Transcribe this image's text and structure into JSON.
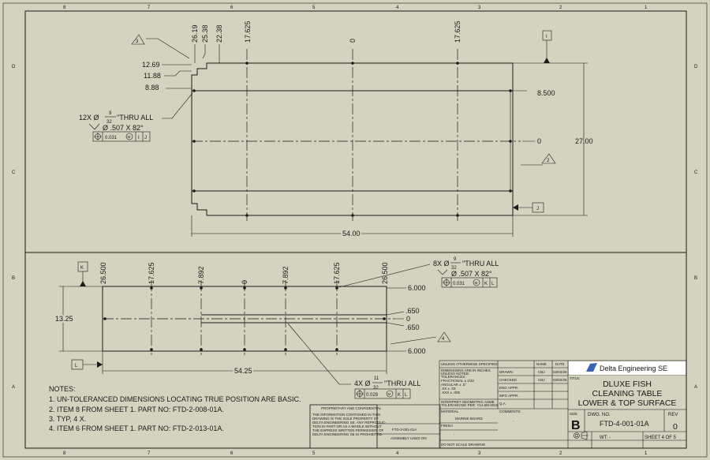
{
  "zones": {
    "cols": [
      "8",
      "7",
      "6",
      "5",
      "4",
      "3",
      "2",
      "1"
    ],
    "rows": [
      "D",
      "C",
      "B",
      "A"
    ]
  },
  "top_view": {
    "vertical_dims": [
      "26.19",
      "25.38",
      "22.38",
      "17.625",
      "0",
      "17.625"
    ],
    "left_dims": [
      "12.69",
      "11.88",
      "8.88"
    ],
    "right_dims": [
      "8.500",
      "0"
    ],
    "overall_height": "27.00",
    "overall_width": "54.00",
    "callout_3": "3",
    "callout_2": "2",
    "datum_i": "I",
    "datum_j": "J",
    "hole_note": {
      "prefix": "12X Ø",
      "num": "9",
      "den": "32",
      "suffix": "\"THRU ALL",
      "csk": "Ø .507 X 82°"
    },
    "fcf": {
      "tol": "0.031",
      "mod": "M",
      "d1": "I",
      "d2": "J"
    }
  },
  "bottom_view": {
    "vertical_dims": [
      "26.500",
      "17.625",
      "7.892",
      "0",
      "7.892",
      "17.625",
      "26.500"
    ],
    "right_dims": [
      "6.000",
      "0",
      ".650",
      ".650",
      "6.000"
    ],
    "height": "13.25",
    "width": "54.25",
    "datum_k": "K",
    "datum_l": "L",
    "callout_4": "4",
    "hole_note_8x": {
      "prefix": "8X Ø",
      "num": "9",
      "den": "32",
      "suffix": "\"THRU ALL",
      "csk": "Ø .507 X 82°"
    },
    "fcf_8x": {
      "tol": "0.031",
      "mod": "M",
      "d1": "K",
      "d2": "L"
    },
    "hole_note_4x": {
      "prefix": "4X Ø",
      "num": "11",
      "den": "32",
      "suffix": "\"THRU ALL"
    },
    "fcf_4x": {
      "tol": "0.029",
      "mod": "M",
      "d1": "K",
      "d2": "L"
    }
  },
  "notes": {
    "title": "NOTES:",
    "items": [
      "1.   UN-TOLERANCED DIMENSIONS LOCATING TRUE POSITION ARE BASIC.",
      "2.   ITEM 8 FROM SHEET 1. PART NO: FTD-2-008-01A.",
      "3.   TYP, 4 X.",
      "4.   ITEM 6 FROM SHEET 1. PART NO:  FTD-2-013-01A."
    ]
  },
  "proprietary": {
    "title": "PROPRIETARY AND CONFIDENTIAL",
    "lines": [
      "THE INFORMATION CONTAINED IN THIS",
      "DRAWING IS THE SOLE PROPERTY OF",
      "DELTA ENGINEERING SE. ANY REPRODUC-",
      "TION IN PART OR AS A WHOLE WITHOUT",
      "THE EXPRESS WRITTEN PERMISSION OF",
      "DELTA ENGINEERING SE IS PROHIBITED."
    ],
    "next_assy": "FTD-3-001-01A",
    "used_on": "ASSEMBLY USED ON"
  },
  "title_block": {
    "unless": "UNLESS OTHERWISE SPECIFIED:",
    "dims_lines": [
      "DIMENSIONS ARE IN INCHES",
      "UNLESS NOTED.",
      "TOLERANCES:",
      "FRACTIONAL ± 1/32",
      "ANGULAR ± .5°",
      ".XX ± .03",
      ".XXX ± .005"
    ],
    "interp": [
      "INTERPRET GEOMETRIC  ASME",
      "TOLERANCING PER: Y14.5M-2018"
    ],
    "material_label": "MATERIAL",
    "material": "MARINE BOARD",
    "finish_label": "FINISH",
    "finish": "-",
    "no_scale": "DO NOT SCALE DRAWING",
    "col_name": "NAME",
    "col_date": "DATE",
    "rows": [
      {
        "label": "DRAWN",
        "name": "CBJ",
        "date": "03/04/26"
      },
      {
        "label": "CHECKED",
        "name": "CBJ",
        "date": "03/04/26"
      },
      {
        "label": "ENG APPR.",
        "name": "",
        "date": ""
      },
      {
        "label": "MFG APPR.",
        "name": "",
        "date": ""
      },
      {
        "label": "Q.A.",
        "name": "",
        "date": ""
      }
    ],
    "comments_label": "COMMENTS:",
    "comments": "-",
    "company": "Delta Engineering SE",
    "title_label": "TITLE:",
    "title_lines": [
      "DLUXE FISH",
      "CLEANING TABLE",
      "LOWER & TOP SURFACE"
    ],
    "size_label": "SIZE",
    "size": "B",
    "dwg_label": "DWG.  NO.",
    "dwg_no": "FTD-4-001-01A",
    "rev_label": "REV",
    "rev": "0",
    "wt": "WT: -",
    "sheet": "SHEET 4 OF 5"
  }
}
